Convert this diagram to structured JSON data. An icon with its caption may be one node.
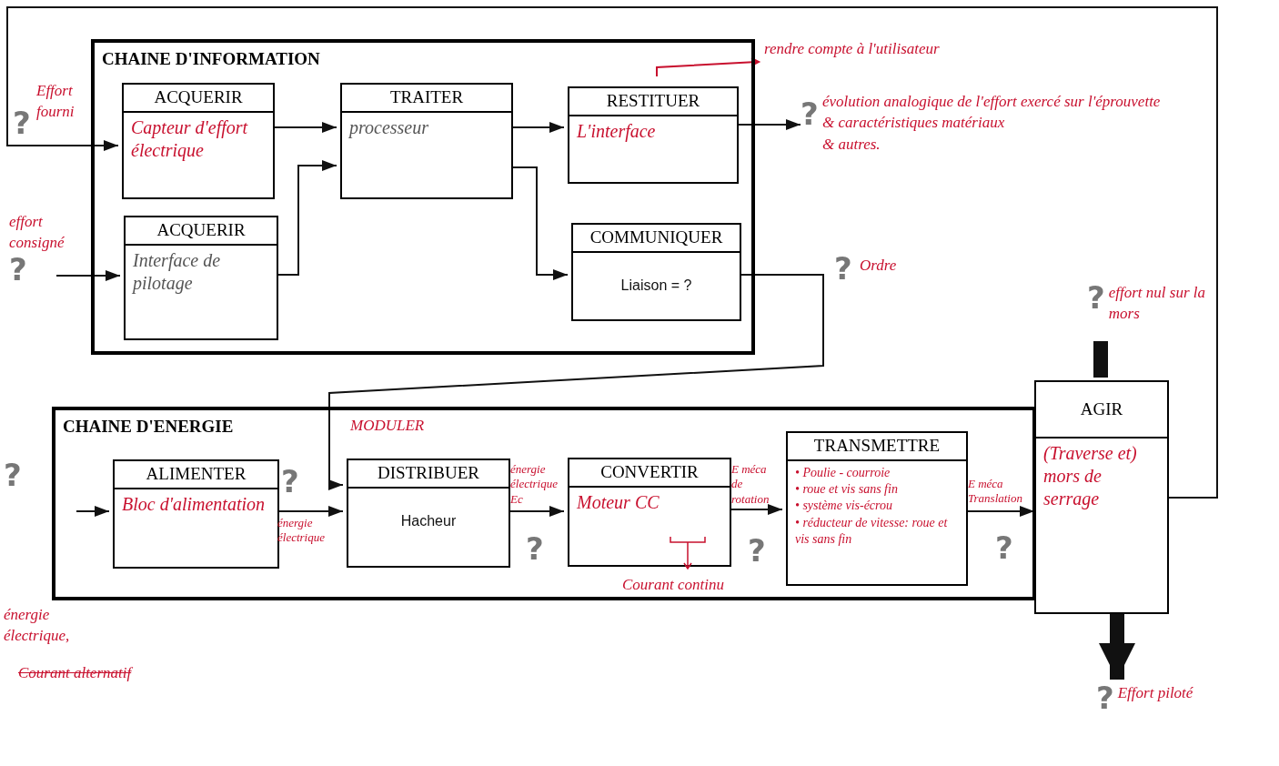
{
  "diagram": {
    "nodes": [
      {
        "text": [
          "CHAINE D'INFORMATION"
        ]
      },
      {
        "text": [
          "ACQUERIR",
          "Capteur d'effort électrique"
        ],
        "in": 0
      },
      {
        "text": [
          "ACQUERIR",
          "Interface de pilotage"
        ],
        "in": 0
      },
      {
        "text": [
          "TRAITER",
          "processeur"
        ],
        "in": 0
      },
      {
        "text": [
          "RESTITUER",
          "L'interface"
        ],
        "in": 0
      },
      {
        "text": [
          "COMMUNIQUER",
          "Liaison = ?"
        ],
        "in": 0
      },
      {
        "text": [
          "CHAINE D'ENERGIE"
        ]
      },
      {
        "text": [
          "ALIMENTER",
          "Bloc d'alimentation"
        ],
        "in": 6
      },
      {
        "text": [
          "DISTRIBUER",
          "Hacheur"
        ],
        "in": 6
      },
      {
        "text": [
          "CONVERTIR",
          "Moteur CC"
        ],
        "in": 6,
        "beside": [
          "Courant continu"
        ]
      },
      {
        "text": [
          "TRANSMETTRE",
          "• Poulie - courroie",
          "• roue et vis sans fin",
          "• système vis-écrou",
          "• réducteur de vitesse: roue et vis sans fin"
        ],
        "in": 6
      },
      {
        "text": [
          "AGIR",
          "(Traverse et) mors de serrage"
        ]
      },
      {
        "text": [
          "effort consigné",
          "?"
        ]
      },
      {
        "text": [
          "?",
          "évolution analogique de l'effort exercé sur l'éprouvette",
          "& caractéristiques matériaux",
          "& autres."
        ]
      },
      {
        "text": [
          "?",
          "énergie électrique,"
        ]
      },
      {
        "text": [
          "?",
          "effort nul sur la mors"
        ]
      },
      {
        "text": [
          "?",
          "Effort piloté"
        ]
      }
    ],
    "edges": [
      {
        "from": 1,
        "to": 3,
        "arrow": "to"
      },
      {
        "from": 2,
        "to": 3,
        "arrow": "to"
      },
      {
        "from": 3,
        "to": 4,
        "arrow": "to"
      },
      {
        "from": 3,
        "to": 5,
        "arrow": "to"
      },
      {
        "from": 4,
        "to": 13,
        "arrow": "to"
      },
      {
        "from": 5,
        "to": 8,
        "arrow": "to",
        "label": "Ordre"
      },
      {
        "from": 14,
        "to": 7,
        "arrow": "to"
      },
      {
        "from": 7,
        "to": 8,
        "arrow": "to",
        "label": "énergie électrique"
      },
      {
        "from": 8,
        "to": 9,
        "arrow": "to",
        "label": "énergie électrique Ec"
      },
      {
        "from": 9,
        "to": 10,
        "arrow": "to",
        "label": "E méca de rotation"
      },
      {
        "from": 10,
        "to": 11,
        "arrow": "to",
        "label": "E méca Translation"
      },
      {
        "from": 11,
        "to": 1,
        "arrow": "to",
        "label": "Effort fourni"
      },
      {
        "from": 15,
        "to": 11,
        "arrow": "none",
        "style": "thick"
      },
      {
        "from": 11,
        "to": 16,
        "arrow": "to",
        "style": "thick"
      },
      {
        "from": 12,
        "to": 2,
        "arrow": "to"
      }
    ],
    "labels": [
      "?",
      "rendre compte à l'utilisateur",
      "?",
      "MODULER",
      "?",
      "?",
      "?",
      "?",
      "Courant alternatif"
    ]
  }
}
